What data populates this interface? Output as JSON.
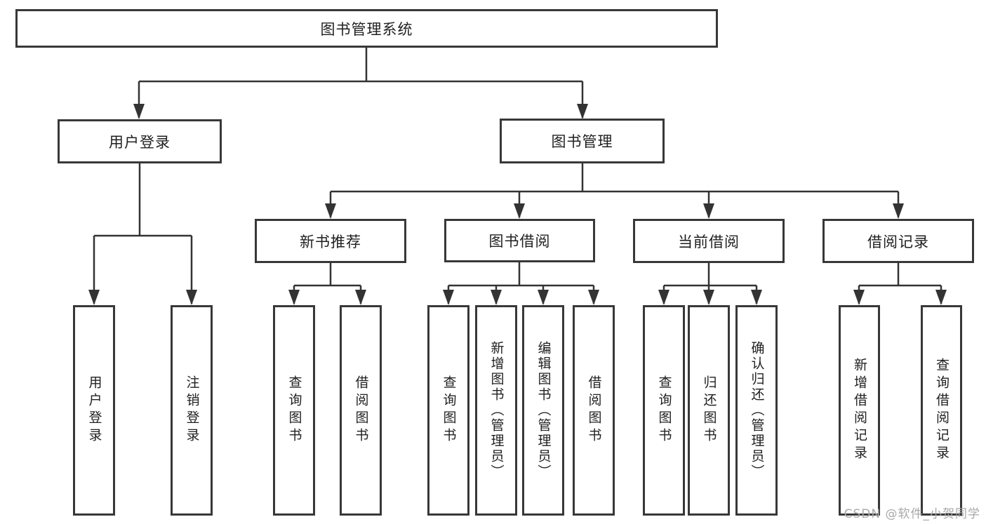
{
  "diagram_title": "图书管理系统",
  "colors": {
    "line": "#333333",
    "box_border": "#383838",
    "text": "#1f1f1f",
    "watermark": "#a8a8a8",
    "background": "#ffffff"
  },
  "nodes": {
    "root": "图书管理系统",
    "user_login": "用户登录",
    "book_management": "图书管理",
    "new_book_recommend": "新书推荐",
    "book_borrowing": "图书借阅",
    "current_borrowing": "当前借阅",
    "borrowing_records": "借阅记录",
    "leaf_user_login": "用户登录",
    "leaf_logout": "注销登录",
    "leaf_query_books_b": "查询图书",
    "leaf_borrow_books_b": "借阅图书",
    "leaf_query_books_c": "查询图书",
    "leaf_add_books_admin": "新增图书（管理员）",
    "leaf_edit_books_admin": "编辑图书（管理员）",
    "leaf_borrow_books_c": "借阅图书",
    "leaf_query_books_d": "查询图书",
    "leaf_return_books": "归还图书",
    "leaf_confirm_return_admin": "确认归还（管理员）",
    "leaf_add_borrow_record": "新增借阅记录",
    "leaf_query_borrow_record": "查询借阅记录"
  },
  "watermark": "CSDN @软件_小贺同学"
}
